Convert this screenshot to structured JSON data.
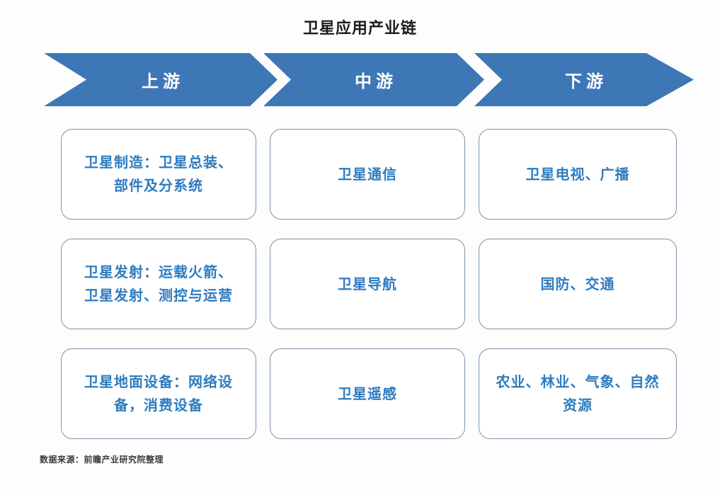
{
  "page": {
    "title": "卫星应用产业链",
    "footer": "数据来源：前瞻产业研究院整理"
  },
  "colors": {
    "arrow_blue": "#3e77b6",
    "arrow_label_text": "#ffffff",
    "box_text_blue": "#2e7cc0",
    "box_border": "#7d94ab",
    "title_text": "#1c1c1c",
    "footer_text": "#3b3b3b",
    "background": "#fdfdfd"
  },
  "stages": [
    {
      "label": "上游",
      "items": [
        "卫星制造：卫星总装、部件及分系统",
        "卫星发射：运载火箭、卫星发射、测控与运营",
        "卫星地面设备：网络设备，消费设备"
      ]
    },
    {
      "label": "中游",
      "items": [
        "卫星通信",
        "卫星导航",
        "卫星遥感"
      ]
    },
    {
      "label": "下游",
      "items": [
        "卫星电视、广播",
        "国防、交通",
        "农业、林业、气象、自然资源"
      ]
    }
  ]
}
